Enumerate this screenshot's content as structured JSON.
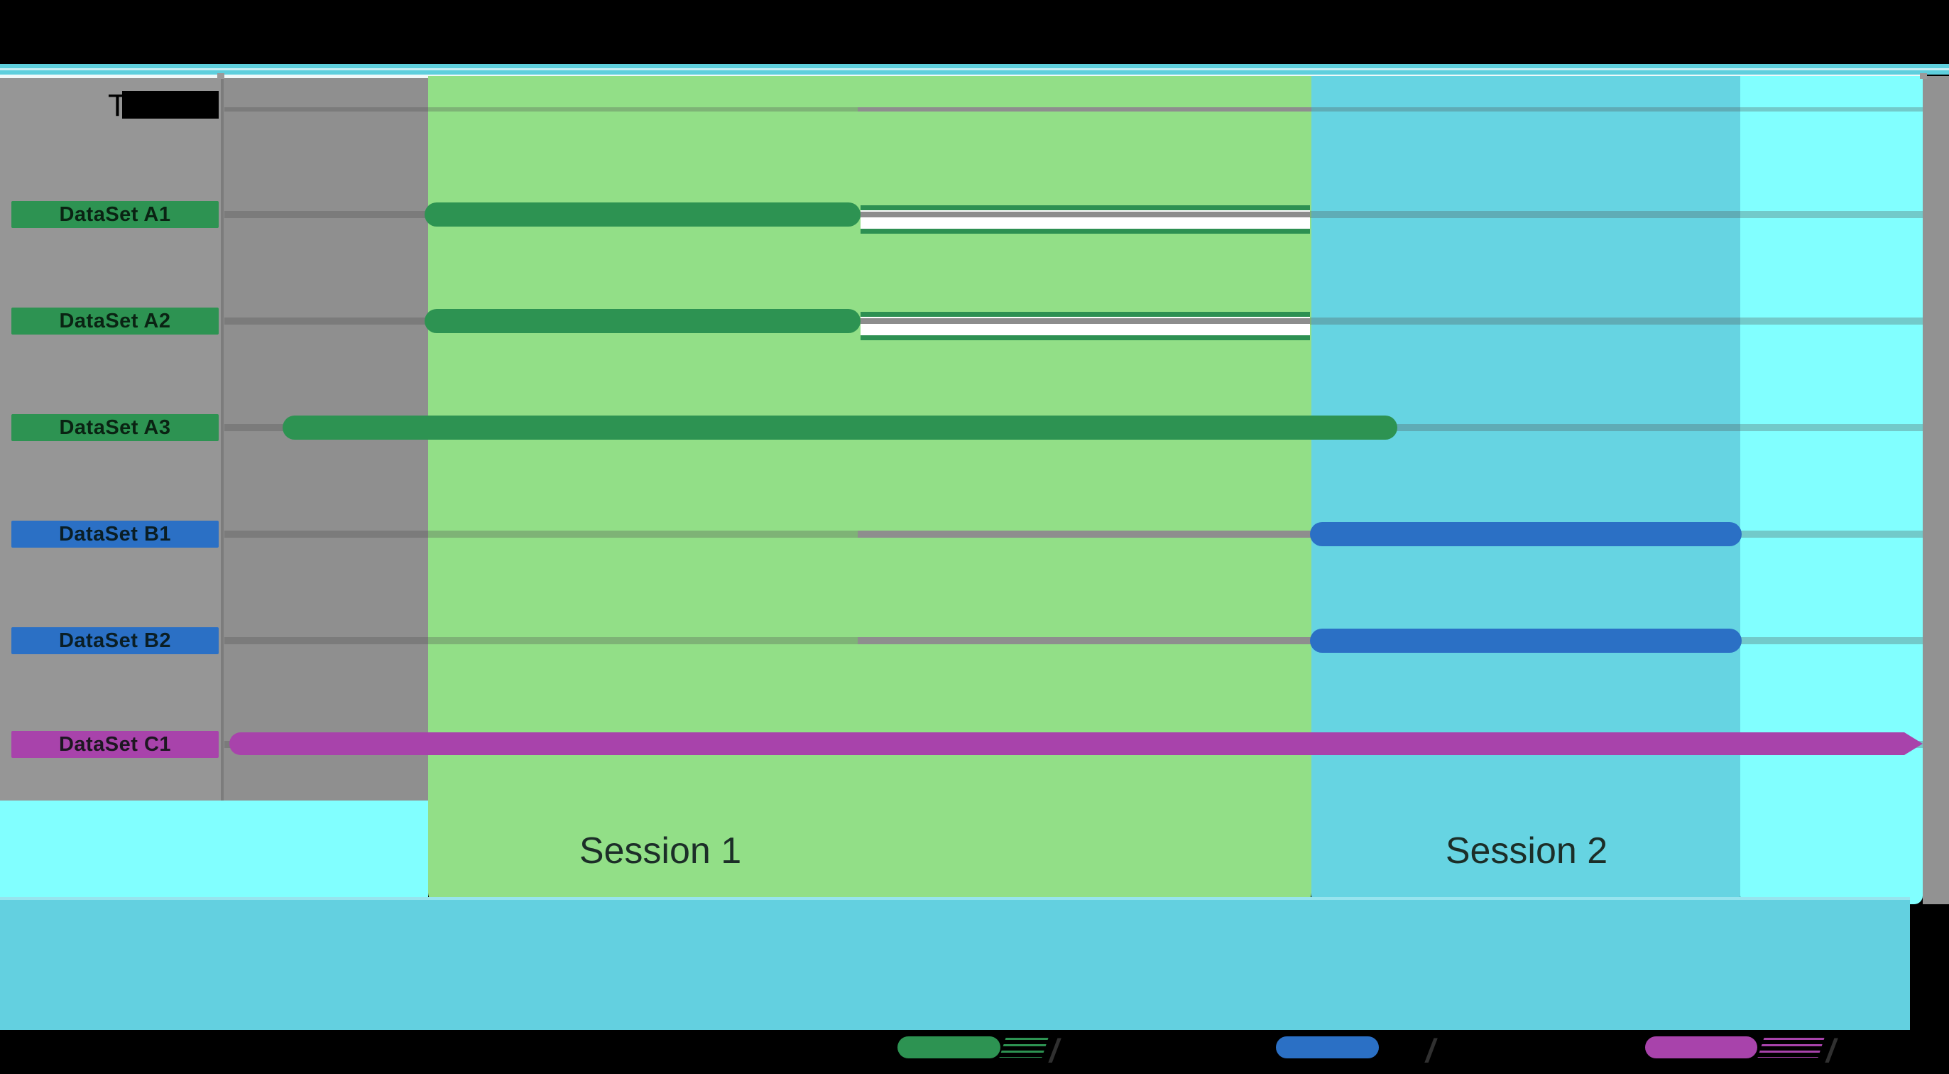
{
  "title_column": {
    "visible_label": "T"
  },
  "rows": [
    {
      "label": "DataSet A1",
      "series": "A",
      "color": "#2d9352"
    },
    {
      "label": "DataSet A2",
      "series": "A",
      "color": "#2d9352"
    },
    {
      "label": "DataSet A3",
      "series": "A",
      "color": "#2d9352"
    },
    {
      "label": "DataSet B1",
      "series": "B",
      "color": "#2b70c5"
    },
    {
      "label": "DataSet B2",
      "series": "B",
      "color": "#2b70c5"
    },
    {
      "label": "DataSet C1",
      "series": "C",
      "color": "#a843ab"
    }
  ],
  "sessions": [
    {
      "label": "Session 1",
      "panel_color": "#92df87"
    },
    {
      "label": "Session 2",
      "panel_color": "#66d4e2"
    }
  ],
  "legend": {
    "items": [
      {
        "series": "A",
        "color": "#2d9352",
        "label_remnant": "/"
      },
      {
        "series": "B",
        "color": "#2b70c5",
        "label_remnant": "/"
      },
      {
        "series": "C",
        "color": "#a843ab",
        "label_remnant": "/"
      }
    ]
  },
  "colors": {
    "background_black": "#000000",
    "top_strip_cyan": "#5ecfdd",
    "plot_gray": "#929292",
    "session1_green": "#92df87",
    "session2_cyan": "#66d4e2",
    "bright_cyan_section": "#81ffff",
    "bottom_band_cyan": "#63d0e0",
    "series_a_green": "#2d9352",
    "series_b_blue": "#2b70c5",
    "series_c_magenta": "#a843ab",
    "gridline_solid": "#8e8e8e"
  },
  "chart_data": {
    "type": "gantt",
    "units": "percent_of_timeline_width",
    "title": "",
    "row_header_visible_label": "T",
    "sections": [
      {
        "name": "Session 1",
        "start": 12.0,
        "end": 64.0
      },
      {
        "name": "Session 2",
        "start": 64.0,
        "end": 89.3
      }
    ],
    "divider_x": 37.3,
    "tasks": [
      {
        "name": "DataSet A1",
        "group": "A",
        "start": 11.8,
        "end": 37.5,
        "track_to": 63.9
      },
      {
        "name": "DataSet A2",
        "group": "A",
        "start": 11.8,
        "end": 37.5,
        "track_to": 63.9
      },
      {
        "name": "DataSet A3",
        "group": "A",
        "start": 3.4,
        "end": 69.1
      },
      {
        "name": "DataSet B1",
        "group": "B",
        "start": 63.9,
        "end": 89.3
      },
      {
        "name": "DataSet B2",
        "group": "B",
        "start": 63.9,
        "end": 89.3
      },
      {
        "name": "DataSet C1",
        "group": "C",
        "start": 0.3,
        "end": 100.0,
        "arrow_end": true
      }
    ],
    "legend_entries": [
      {
        "swatch_color": "#2d9352",
        "label": "/"
      },
      {
        "swatch_color": "#2b70c5",
        "label": "/"
      },
      {
        "swatch_color": "#a843ab",
        "label": "/"
      }
    ],
    "grid": true,
    "legend_position": "bottom"
  }
}
